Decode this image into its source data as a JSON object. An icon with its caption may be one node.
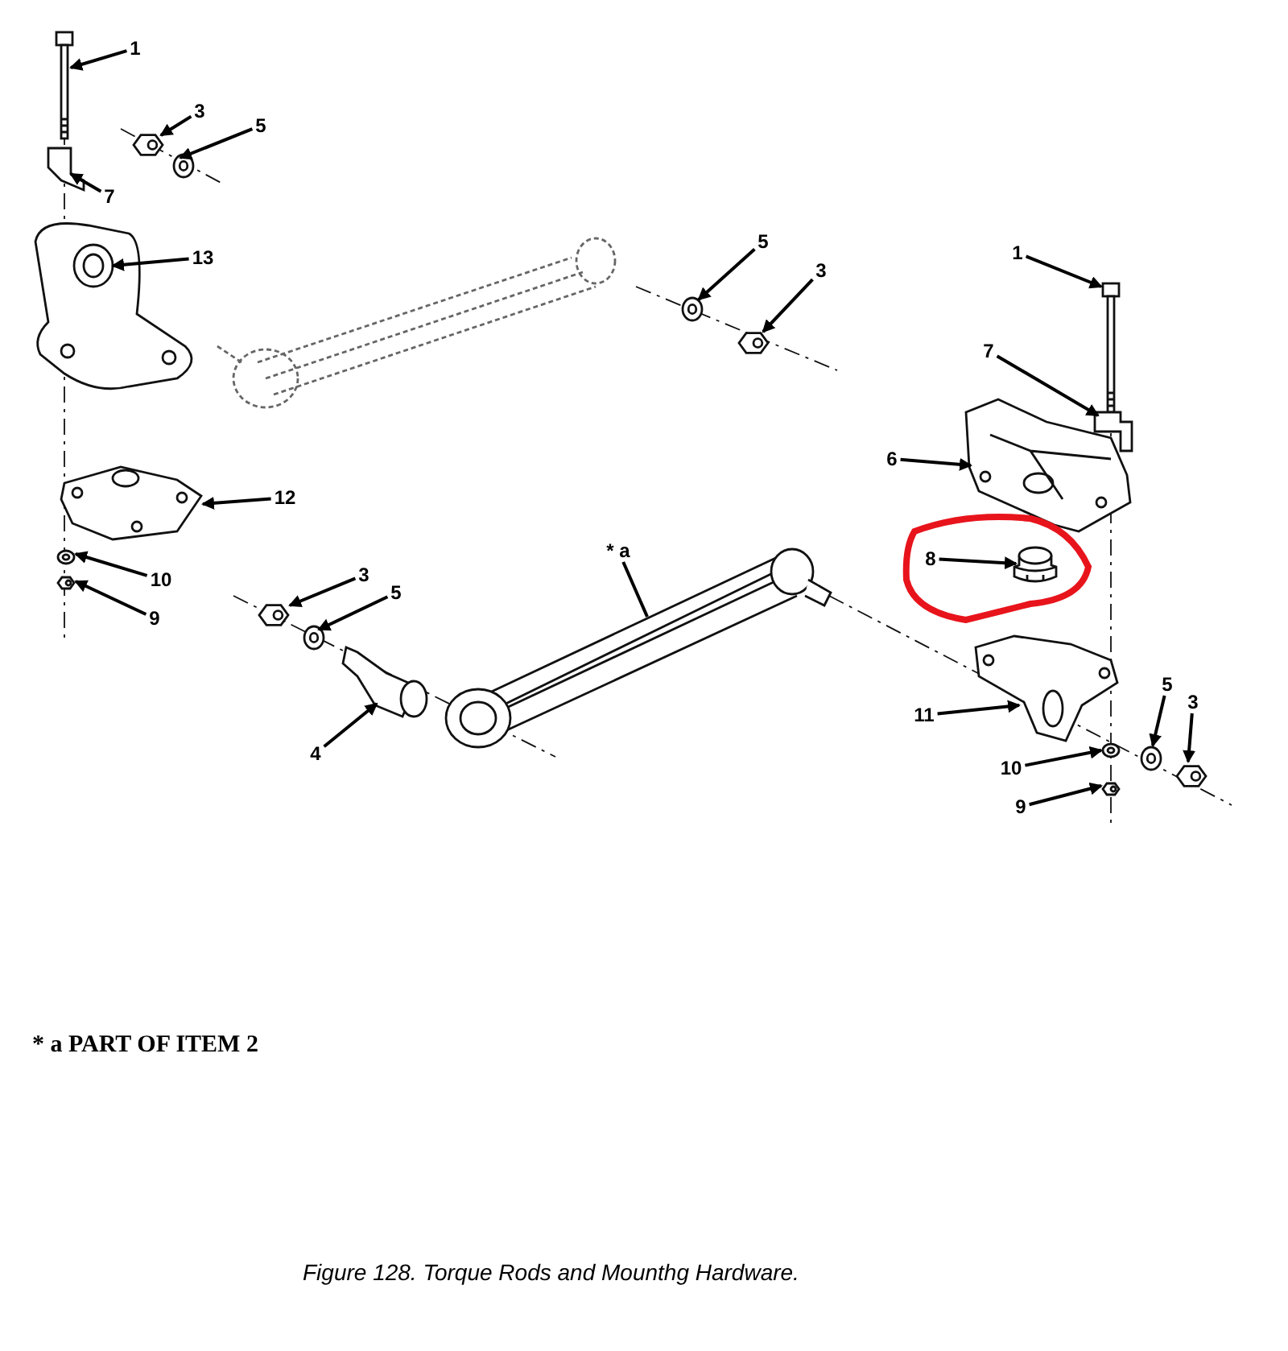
{
  "diagram": {
    "caption": "Figure 128. Torque Rods and Mounthg Hardware.",
    "nodes": [
      {
        "text": [
          "1"
        ]
      },
      {
        "text": [
          "3"
        ]
      },
      {
        "text": [
          "5"
        ]
      },
      {
        "text": [
          "7"
        ]
      },
      {
        "text": [
          "13"
        ]
      },
      {
        "text": [
          "5"
        ]
      },
      {
        "text": [
          "3"
        ]
      },
      {
        "text": [
          "1"
        ]
      },
      {
        "text": [
          "7"
        ]
      },
      {
        "text": [
          "6"
        ]
      },
      {
        "text": [
          "12"
        ]
      },
      {
        "text": [
          "10"
        ]
      },
      {
        "text": [
          "9"
        ]
      },
      {
        "text": [
          "* a"
        ]
      },
      {
        "text": [
          "3"
        ]
      },
      {
        "text": [
          "5"
        ]
      },
      {
        "text": [
          "8"
        ]
      },
      {
        "text": [
          "4"
        ]
      },
      {
        "text": [
          "11"
        ]
      },
      {
        "text": [
          "10"
        ]
      },
      {
        "text": [
          "5"
        ]
      },
      {
        "text": [
          "3"
        ]
      },
      {
        "text": [
          "9"
        ]
      },
      {
        "text": [],
        "shape": "picture"
      },
      {
        "text": [],
        "shape": "picture"
      },
      {
        "text": [],
        "shape": "picture"
      },
      {
        "text": [],
        "shape": "picture"
      },
      {
        "text": [],
        "shape": "picture"
      },
      {
        "text": [],
        "shape": "picture"
      },
      {
        "text": [],
        "shape": "picture"
      },
      {
        "text": [],
        "shape": "picture"
      },
      {
        "text": [],
        "shape": "picture"
      },
      {
        "text": [],
        "shape": "picture"
      },
      {
        "text": [],
        "shape": "picture"
      },
      {
        "text": [],
        "shape": "picture"
      },
      {
        "text": [],
        "shape": "picture"
      },
      {
        "text": [],
        "shape": "picture"
      },
      {
        "text": [],
        "shape": "picture"
      },
      {
        "text": [],
        "shape": "picture"
      },
      {
        "text": [],
        "shape": "picture"
      },
      {
        "text": [],
        "shape": "picture"
      },
      {
        "text": [],
        "shape": "picture"
      },
      {
        "text": [],
        "shape": "picture"
      },
      {
        "text": [],
        "shape": "picture"
      },
      {
        "text": [],
        "shape": "picture"
      },
      {
        "text": [],
        "shape": "picture"
      }
    ],
    "edges": [
      {
        "from": 0,
        "to": 23,
        "arrow": "to"
      },
      {
        "from": 1,
        "to": 24,
        "arrow": "to"
      },
      {
        "from": 2,
        "to": 25,
        "arrow": "to"
      },
      {
        "from": 3,
        "to": 26,
        "arrow": "to"
      },
      {
        "from": 4,
        "to": 27,
        "arrow": "to"
      },
      {
        "from": 5,
        "to": 28,
        "arrow": "to"
      },
      {
        "from": 6,
        "to": 29,
        "arrow": "to"
      },
      {
        "from": 7,
        "to": 30,
        "arrow": "to"
      },
      {
        "from": 8,
        "to": 31,
        "arrow": "to"
      },
      {
        "from": 9,
        "to": 32,
        "arrow": "to"
      },
      {
        "from": 10,
        "to": 33,
        "arrow": "to"
      },
      {
        "from": 11,
        "to": 34,
        "arrow": "to"
      },
      {
        "from": 12,
        "to": 35,
        "arrow": "to"
      },
      {
        "from": 13,
        "to": 36,
        "arrow": "none"
      },
      {
        "from": 14,
        "to": 37,
        "arrow": "to"
      },
      {
        "from": 15,
        "to": 38,
        "arrow": "to"
      },
      {
        "from": 16,
        "to": 39,
        "arrow": "to"
      },
      {
        "from": 17,
        "to": 40,
        "arrow": "to"
      },
      {
        "from": 18,
        "to": 41,
        "arrow": "to"
      },
      {
        "from": 19,
        "to": 42,
        "arrow": "to"
      },
      {
        "from": 20,
        "to": 43,
        "arrow": "to"
      },
      {
        "from": 21,
        "to": 44,
        "arrow": "to"
      },
      {
        "from": 22,
        "to": 45,
        "arrow": "to"
      }
    ],
    "labels": [
      "* a PART OF ITEM 2"
    ]
  }
}
